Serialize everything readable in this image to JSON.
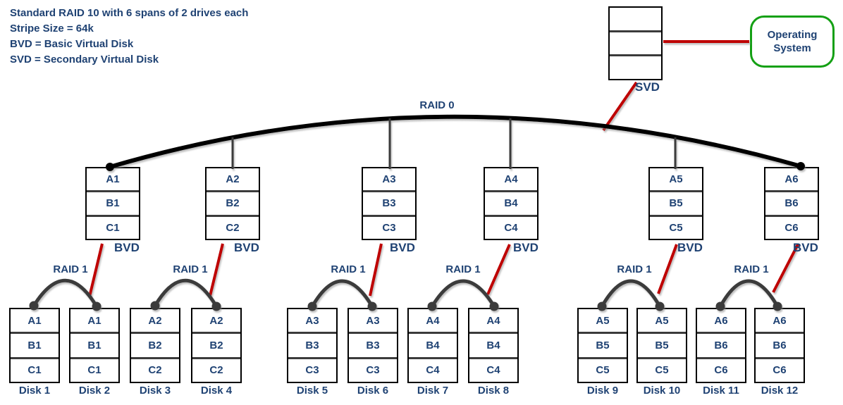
{
  "legend": {
    "lines": [
      "Standard RAID 10 with 6 spans of 2 drives each",
      "Stripe Size = 64k",
      "BVD = Basic Virtual Disk",
      "SVD = Secondary Virtual Disk"
    ]
  },
  "os": {
    "lines": [
      "Operating",
      "System"
    ]
  },
  "svd": {
    "label": "SVD"
  },
  "raid0_label": "RAID 0",
  "raid1_label": "RAID 1",
  "bvd_label": "BVD",
  "bvds": [
    {
      "cells": [
        "A1",
        "B1",
        "C1"
      ]
    },
    {
      "cells": [
        "A2",
        "B2",
        "C2"
      ]
    },
    {
      "cells": [
        "A3",
        "B3",
        "C3"
      ]
    },
    {
      "cells": [
        "A4",
        "B4",
        "C4"
      ]
    },
    {
      "cells": [
        "A5",
        "B5",
        "C5"
      ]
    },
    {
      "cells": [
        "A6",
        "B6",
        "C6"
      ]
    }
  ],
  "disks": [
    {
      "name": "Disk 1",
      "cells": [
        "A1",
        "B1",
        "C1"
      ]
    },
    {
      "name": "Disk 2",
      "cells": [
        "A1",
        "B1",
        "C1"
      ]
    },
    {
      "name": "Disk 3",
      "cells": [
        "A2",
        "B2",
        "C2"
      ]
    },
    {
      "name": "Disk 4",
      "cells": [
        "A2",
        "B2",
        "C2"
      ]
    },
    {
      "name": "Disk 5",
      "cells": [
        "A3",
        "B3",
        "C3"
      ]
    },
    {
      "name": "Disk 6",
      "cells": [
        "A3",
        "B3",
        "C3"
      ]
    },
    {
      "name": "Disk 7",
      "cells": [
        "A4",
        "B4",
        "C4"
      ]
    },
    {
      "name": "Disk 8",
      "cells": [
        "A4",
        "B4",
        "C4"
      ]
    },
    {
      "name": "Disk 9",
      "cells": [
        "A5",
        "B5",
        "C5"
      ]
    },
    {
      "name": "Disk 10",
      "cells": [
        "A5",
        "B5",
        "C5"
      ]
    },
    {
      "name": "Disk 11",
      "cells": [
        "A6",
        "B6",
        "C6"
      ]
    },
    {
      "name": "Disk 12",
      "cells": [
        "A6",
        "B6",
        "C6"
      ]
    }
  ],
  "colors": {
    "text_navy": "#1F4273",
    "connector_red": "#BE0000",
    "connector_dark_gray": "#3B3B3B",
    "raid0_arc_black": "#000000",
    "os_border_green": "#14A014"
  }
}
